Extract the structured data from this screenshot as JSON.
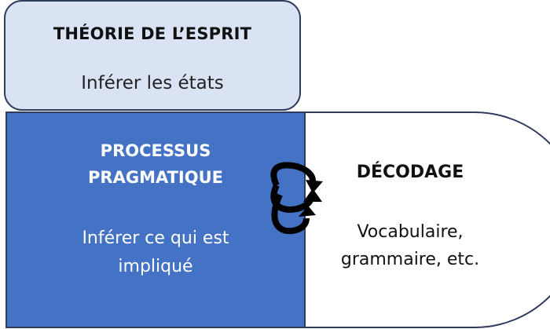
{
  "theory_of_mind": {
    "title": "THÉORIE DE L’ESPRIT",
    "subtitle": "Inférer les états"
  },
  "pragmatic_process": {
    "title_line1": "PROCESSUS",
    "title_line2": "PRAGMATIQUE",
    "subtitle_line1": "Inférer ce qui est",
    "subtitle_line2": "impliqué"
  },
  "decoding": {
    "title": "DÉCODAGE",
    "subtitle_line1": "Vocabulaire,",
    "subtitle_line2": "grammaire, etc."
  },
  "connector": {
    "icon": "cycle-arrows-icon"
  },
  "colors": {
    "theory_fill": "#dae3f3",
    "pragmatic_fill": "#4472c4",
    "decoding_fill": "#ffffff",
    "outline": "#2f3c5e",
    "arrow": "#000000"
  }
}
